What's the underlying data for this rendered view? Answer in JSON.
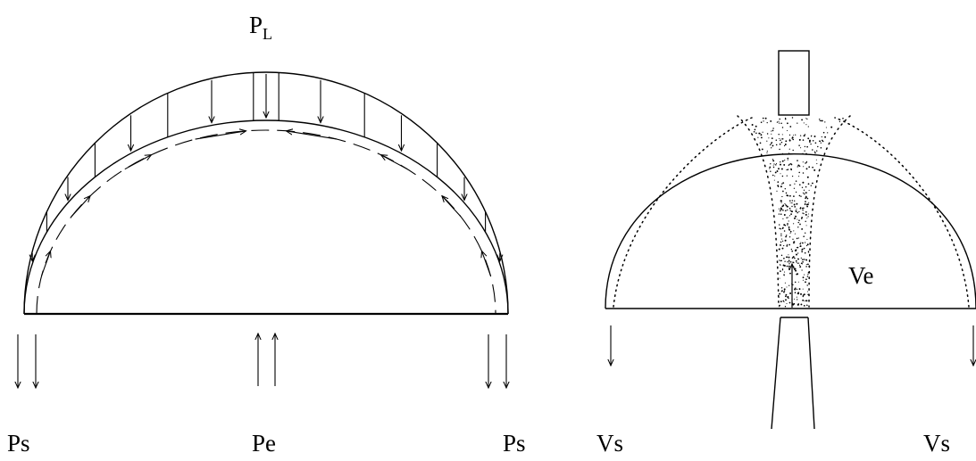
{
  "left_diagram": {
    "top_label": {
      "main": "P",
      "subscript": "L"
    },
    "bottom_labels": {
      "left": "Ps",
      "center": "Pe",
      "right": "Ps"
    }
  },
  "right_diagram": {
    "inner_label": "Ve",
    "bottom_labels": {
      "left": "Vs",
      "right": "Vs"
    }
  },
  "colors": {
    "stroke": "#000000",
    "background": "#ffffff"
  }
}
